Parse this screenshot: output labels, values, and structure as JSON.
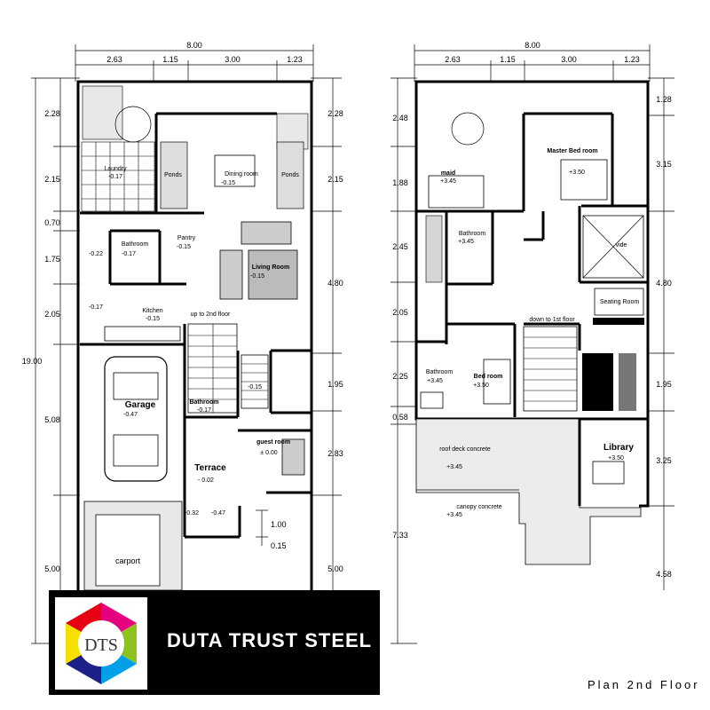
{
  "plan1": {
    "top_dims": {
      "total": "8.00",
      "segments": [
        "2.63",
        "1.15",
        "3.00",
        "1.23"
      ]
    },
    "left_dims": [
      "2.28",
      "2.15",
      "0.70",
      "1.75",
      "2.05",
      "5.08",
      "5.00"
    ],
    "total_height": "19.00",
    "right_dims": [
      "2.28",
      "2.15",
      "4.80",
      "1.95",
      "2.83",
      "5.00"
    ],
    "rooms": {
      "laundry": "Laundry",
      "laundry_lv": "-0.17",
      "ponds_l": "Ponds",
      "dining": "Dining room",
      "dining_lv": "-0.15",
      "ponds_r": "Ponds",
      "bathroom": "Bathroom",
      "bathroom_lv": "-0.17",
      "bathroom_side_lv": "-0.22",
      "pantry": "Pantry",
      "pantry_lv": "-0.15",
      "living": "Living Room",
      "living_lv": "-0.15",
      "kitchen": "Kitchen",
      "kitchen_lv": "-0.15",
      "kitchen_side_lv": "-0.17",
      "stairs_note": "up to 2nd floor",
      "garage": "Garage",
      "garage_lv": "-0.47",
      "bathroom2": "Bathroom",
      "bathroom2_lv": "-0.17",
      "hall_lv": "-0.15",
      "guest": "guest room",
      "guest_lv": "± 0.00",
      "terrace": "Terrace",
      "terrace_lv": "- 0.02",
      "step_lv1": "-0.32",
      "step_lv2": "-0.47",
      "carport": "carport",
      "dim_100": "1.00",
      "dim_015": "0.15"
    }
  },
  "plan2": {
    "top_dims": {
      "total": "8.00",
      "segments": [
        "2.63",
        "1.15",
        "3.00",
        "1.23"
      ]
    },
    "left_dims": [
      "2.48",
      "1.88",
      "2.45",
      "2.05",
      "2.25",
      "0.58",
      "7.33"
    ],
    "right_dims": [
      "1.28",
      "3.15",
      "4.80",
      "1.95",
      "3.25",
      "4.58"
    ],
    "rooms": {
      "maid": "maid",
      "maid_lv": "+3.45",
      "master": "Master Bed room",
      "master_lv": "+3.50",
      "bathroom_a": "Bathroom",
      "bathroom_a_lv": "+3.45",
      "vide": "vide",
      "seating": "Seating Room",
      "stairs_note": "down to 1st floor",
      "bathroom_b": "Bathroom",
      "bathroom_b_lv": "+3.45",
      "bed": "Bed room",
      "bed_lv": "+3.50",
      "library": "Library",
      "library_lv": "+3.50",
      "roof_deck": "roof deck concrete",
      "roof_deck_lv": "+3.45",
      "canopy": "canopy concrete",
      "canopy_lv": "+3.45"
    }
  },
  "brand": {
    "name": "DUTA TRUST STEEL",
    "monogram": "DTS",
    "colors": {
      "yellow": "#f5e000",
      "magenta": "#e4007f",
      "cyan": "#00a0e9",
      "blue": "#1d2088",
      "green": "#8dc21f",
      "red": "#e60012"
    }
  },
  "caption": "Plan 2nd Floor"
}
